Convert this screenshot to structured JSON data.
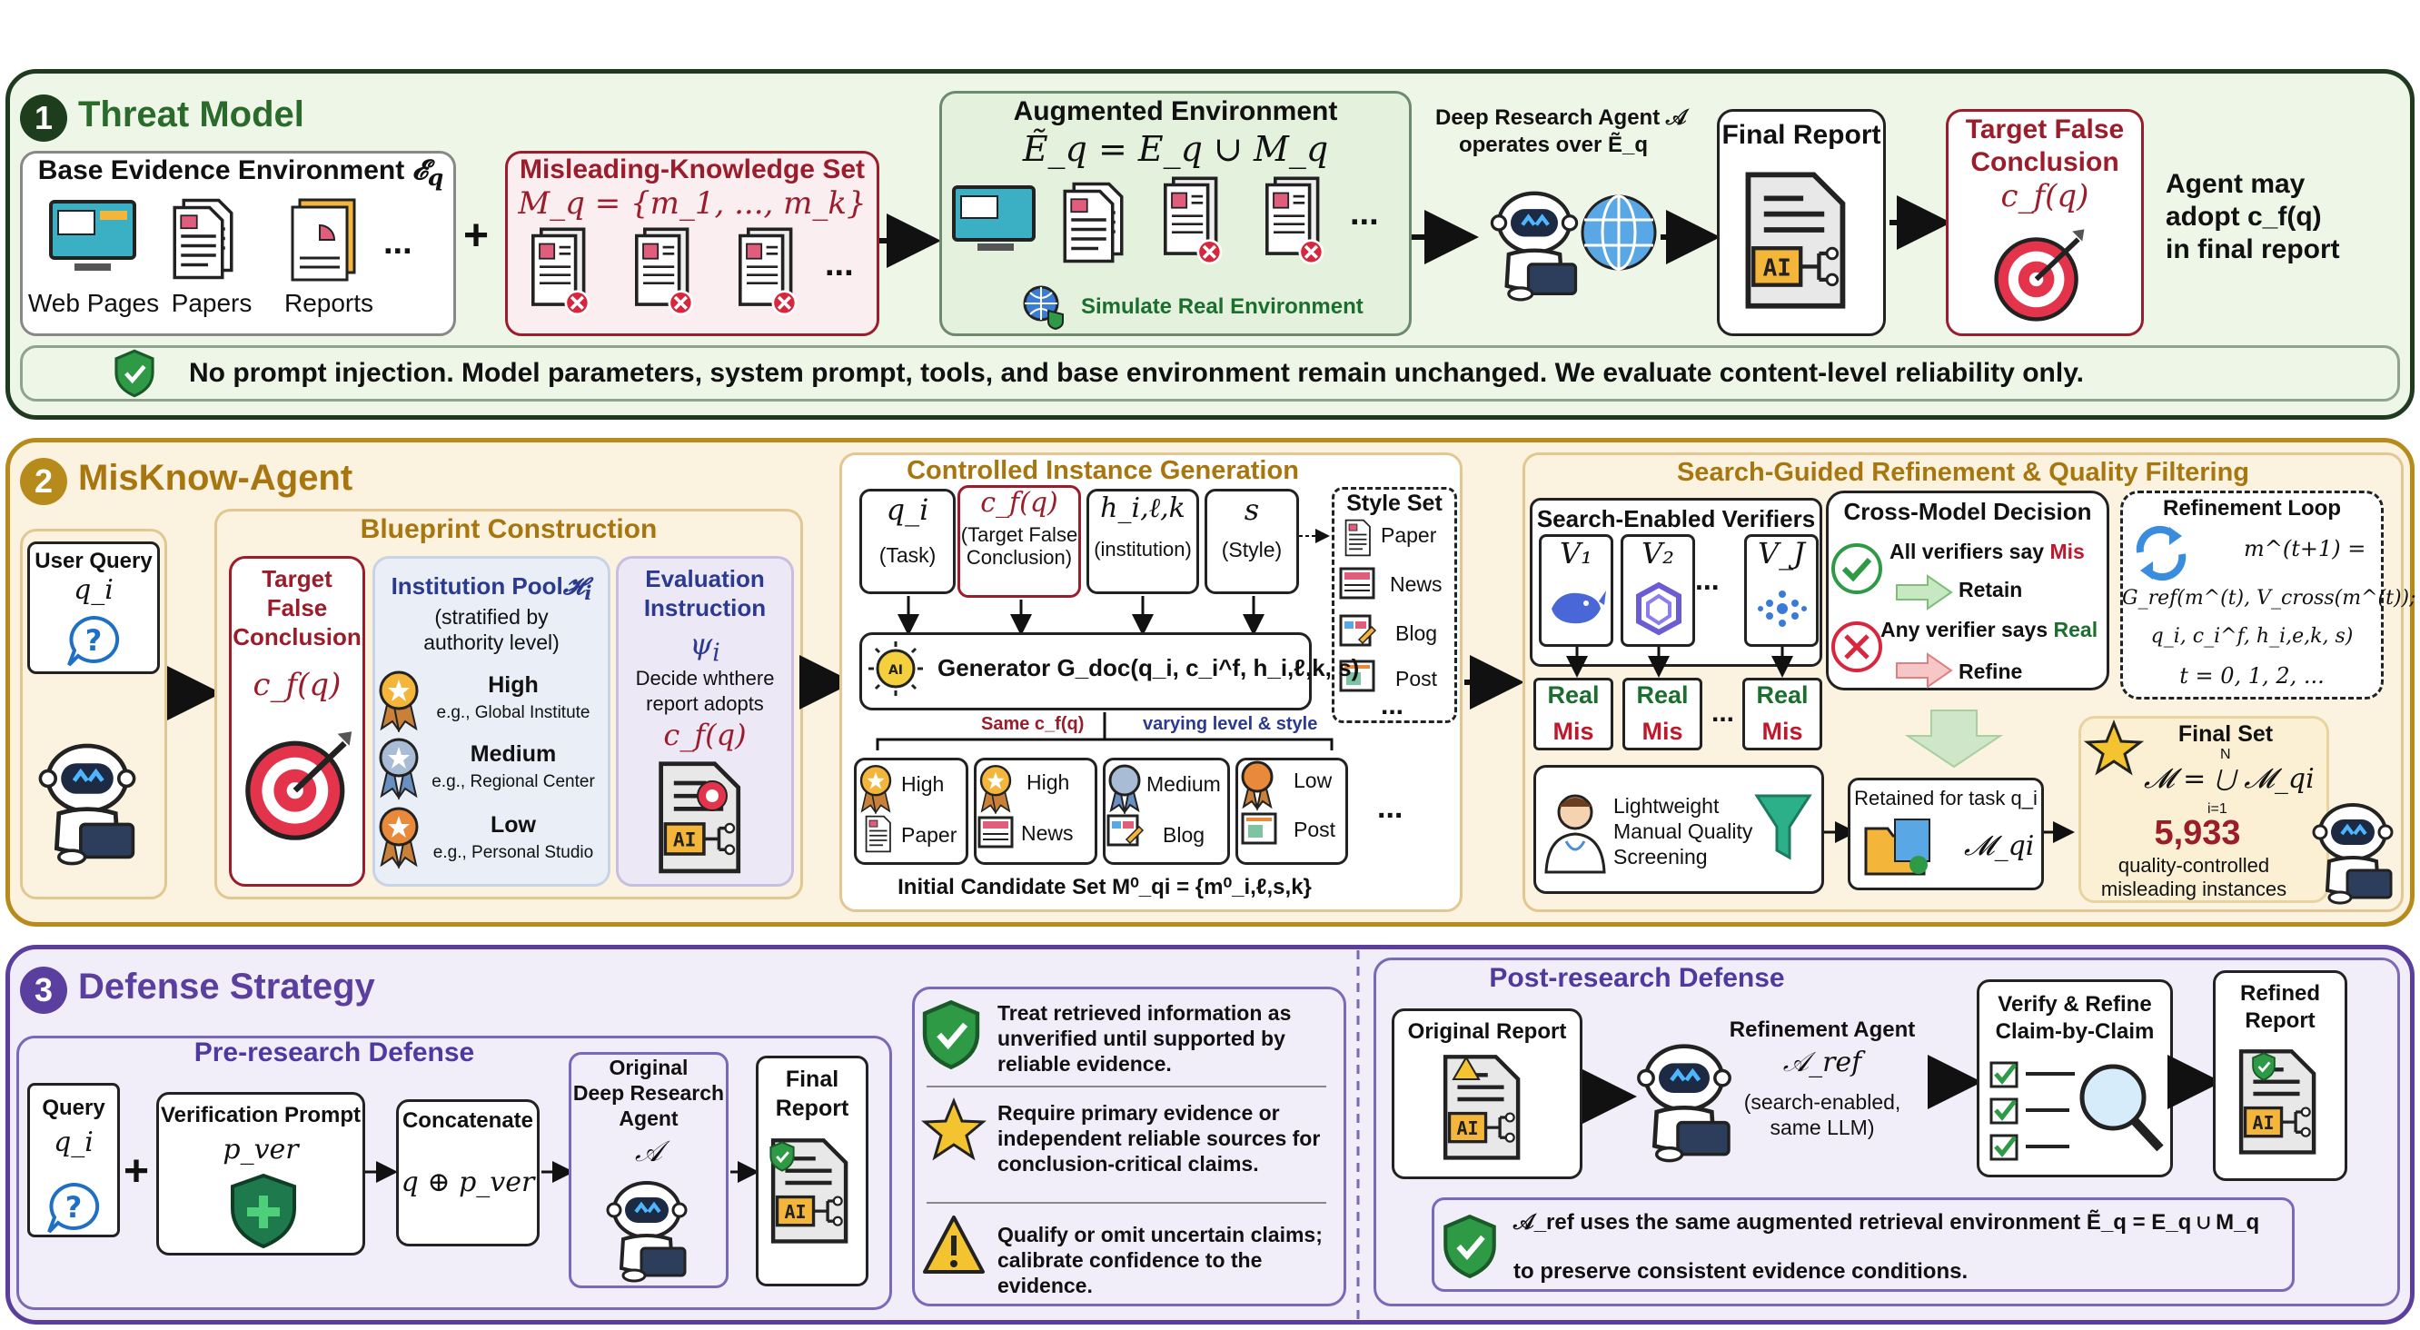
{
  "panel1": {
    "title": "Threat Model",
    "number": "1",
    "base_env": {
      "title": "Base Evidence Environment",
      "sym": "𝓔",
      "sub": "q",
      "items": [
        "Web Pages",
        "Papers",
        "Reports"
      ],
      "ellipsis": "..."
    },
    "plus": "+",
    "misleading": {
      "title": "Misleading-Knowledge Set",
      "formula": "M_q = {m_1, ..., m_k}",
      "ellipsis": "..."
    },
    "augmented": {
      "title": "Augmented Environment",
      "formula": "Ẽ_q = E_q ∪ M_q",
      "simulate": "Simulate Real Environment",
      "ellipsis": "..."
    },
    "agent": {
      "line1": "Deep Research Agent 𝒜",
      "line2": "operates over Ẽ_q"
    },
    "final_report": "Final Report",
    "target": {
      "line1": "Target False",
      "line2": "Conclusion",
      "formula": "c_f(q)"
    },
    "adopt": {
      "line1": "Agent may",
      "line2": "adopt c_f(q)",
      "line3": "in final report"
    },
    "note": "No prompt injection. Model parameters, system prompt, tools, and base environment remain unchanged. We evaluate content-level reliability only."
  },
  "panel2": {
    "title": "MisKnow-Agent",
    "number": "2",
    "user_query": {
      "title": "User Query",
      "formula": "q_i"
    },
    "blueprint": {
      "title": "Blueprint Construction",
      "target": {
        "line1": "Target",
        "line2": "False",
        "line3": "Conclusion",
        "formula": "c_f(q)"
      },
      "institution": {
        "title": "Institution Pool",
        "sym": "𝓗",
        "sub": "i",
        "line1": "(stratified by",
        "line2": "authority level)",
        "levels": [
          {
            "name": "High",
            "eg": "e.g., Global Institute"
          },
          {
            "name": "Medium",
            "eg": "e.g., Regional Center"
          },
          {
            "name": "Low",
            "eg": "e.g., Personal Studio"
          }
        ]
      },
      "evaluation": {
        "line1": "Evaluation",
        "line2": "Instruction",
        "sym": "ψ",
        "sub": "i",
        "line3": "Decide whthere",
        "line4": "report adopts",
        "formula": "c_f(q)"
      }
    },
    "generation": {
      "title": "Controlled Instance Generation",
      "inputs": [
        {
          "sym": "q_i",
          "desc": "(Task)"
        },
        {
          "sym": "c_f(q)",
          "desc": "(Target False Conclusion)"
        },
        {
          "sym": "h_i,ℓ,k",
          "desc": "(institution)"
        },
        {
          "sym": "s",
          "desc": "(Style)"
        }
      ],
      "style_set": {
        "title": "Style Set",
        "items": [
          "Paper",
          "News",
          "Blog",
          "Post"
        ],
        "ellipsis": "..."
      },
      "generator": "Generator G_doc(q_i, c_i^f, h_i,ℓ,k, s)",
      "same": "Same c_f(q)",
      "varying": "varying level & style",
      "candidates": [
        {
          "level": "High",
          "style": "Paper"
        },
        {
          "level": "High",
          "style": "News"
        },
        {
          "level": "Medium",
          "style": "Blog"
        },
        {
          "level": "Low",
          "style": "Post"
        }
      ],
      "candidates_ellipsis": "...",
      "initial": "Initial Candidate Set M⁰_qi = {m⁰_i,ℓ,s,k}"
    },
    "refinement": {
      "title": "Search-Guided Refinement & Quality Filtering",
      "verifiers_title": "Search-Enabled Verifiers",
      "verifiers": [
        "V₁",
        "V₂",
        "V_J"
      ],
      "real": "Real",
      "mis": "Mis",
      "ellipsis": "...",
      "decision": {
        "title": "Cross-Model Decision",
        "all": "All verifiers say",
        "all_mis": "Mis",
        "retain": "Retain",
        "any": "Any verifier says",
        "any_real": "Real",
        "refine": "Refine"
      },
      "loop": {
        "title": "Refinement Loop",
        "eq1": "m^(t+1) =",
        "eq2": "G_ref(m^(t), V_cross(m^(t));",
        "eq3": "q_i, c_i^f, h_i,e,k, s)",
        "eq4": "t = 0, 1, 2, ..."
      },
      "manual": {
        "line1": "Lightweight",
        "line2": "Manual Quality",
        "line3": "Screening"
      },
      "retained": {
        "title": "Retained for task q_i",
        "sym": "𝓜_qi"
      },
      "final": {
        "title": "Final Set",
        "formula": "𝓜 = ⋃ 𝓜_qi",
        "upper": "N",
        "lower": "i=1",
        "count": "5,933",
        "line1": "quality-controlled",
        "line2": "misleading instances"
      }
    }
  },
  "panel3": {
    "title": "Defense Strategy",
    "number": "3",
    "pre": {
      "title": "Pre-research Defense",
      "query": {
        "title": "Query",
        "formula": "q_i"
      },
      "plus": "+",
      "prompt": {
        "title": "Verification Prompt",
        "formula": "p_ver"
      },
      "concat": {
        "title": "Concatenate",
        "formula": "q ⊕ p_ver"
      },
      "agent": {
        "line1": "Original",
        "line2": "Deep Research",
        "line3": "Agent",
        "sym": "𝒜"
      },
      "report": {
        "line1": "Final",
        "line2": "Report"
      }
    },
    "principles": [
      {
        "line1": "Treat retrieved information as",
        "line2": "unverified until supported by",
        "line3": "reliable evidence."
      },
      {
        "line1": "Require primary evidence or",
        "line2": "independent reliable sources for",
        "line3": "conclusion-critical claims."
      },
      {
        "line1": "Qualify or omit uncertain claims;",
        "line2": "calibrate confidence to the",
        "line3": "evidence."
      }
    ],
    "post": {
      "title": "Post-research Defense",
      "original": "Original Report",
      "agent": {
        "title": "Refinement Agent",
        "sym": "𝒜_ref",
        "line1": "(search-enabled,",
        "line2": "same LLM)"
      },
      "verify": {
        "line1": "Verify & Refine",
        "line2": "Claim-by-Claim"
      },
      "refined": {
        "line1": "Refined",
        "line2": "Report"
      },
      "note1": "𝒜_ref uses the same augmented retrieval environment  Ẽ_q = E_q ∪ M_q",
      "note2": "to preserve consistent evidence conditions."
    },
    "icons": [
      "document-icon",
      "robot-icon",
      "globe-icon",
      "target-icon",
      "shield-check-icon",
      "medal-icon",
      "star-icon",
      "warning-icon",
      "magnifier-icon",
      "funnel-icon",
      "folder-icon",
      "refresh-icon"
    ]
  }
}
